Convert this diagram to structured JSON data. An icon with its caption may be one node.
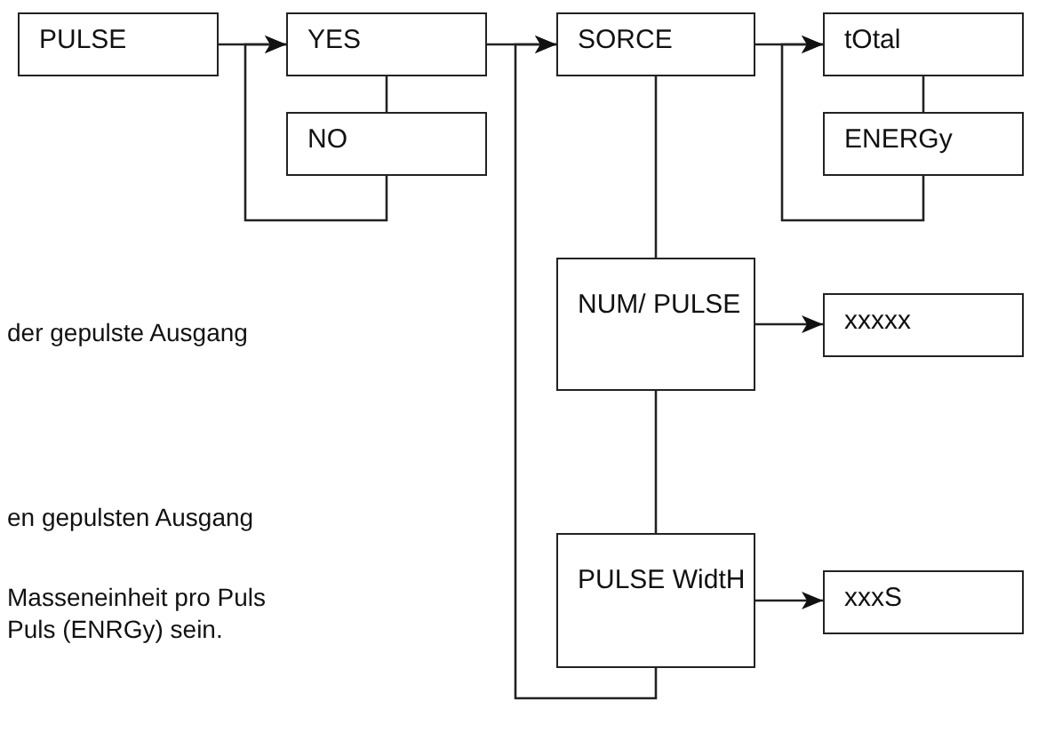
{
  "diagram": {
    "nodes": [
      {
        "text": [
          "PULSE"
        ]
      },
      {
        "text": [
          "YES"
        ]
      },
      {
        "text": [
          "NO"
        ]
      },
      {
        "text": [
          "SORCE"
        ]
      },
      {
        "text": [
          "tOtal"
        ]
      },
      {
        "text": [
          "ENERGy"
        ]
      },
      {
        "text": [
          "NUM/ PULSE"
        ]
      },
      {
        "text": [
          "xxxxx"
        ]
      },
      {
        "text": [
          "PULSE WidtH"
        ]
      },
      {
        "text": [
          "xxxS"
        ]
      }
    ],
    "edges": [
      {
        "from": 0,
        "to": 1,
        "arrow": "to"
      },
      {
        "from": 1,
        "to": 2,
        "arrow": "none"
      },
      {
        "from": 2,
        "to": 1,
        "arrow": "to"
      },
      {
        "from": 1,
        "to": 3,
        "arrow": "to"
      },
      {
        "from": 3,
        "to": 4,
        "arrow": "to"
      },
      {
        "from": 4,
        "to": 5,
        "arrow": "none"
      },
      {
        "from": 5,
        "to": 4,
        "arrow": "to"
      },
      {
        "from": 3,
        "to": 6,
        "arrow": "none"
      },
      {
        "from": 6,
        "to": 7,
        "arrow": "to"
      },
      {
        "from": 6,
        "to": 8,
        "arrow": "none"
      },
      {
        "from": 8,
        "to": 9,
        "arrow": "to"
      },
      {
        "from": 8,
        "to": 3,
        "arrow": "to"
      }
    ],
    "labels": [
      "der gepulste Ausgang",
      "en gepulsten Ausgang",
      "Masseneinheit pro Puls",
      "Puls (ENRGy) sein."
    ]
  }
}
